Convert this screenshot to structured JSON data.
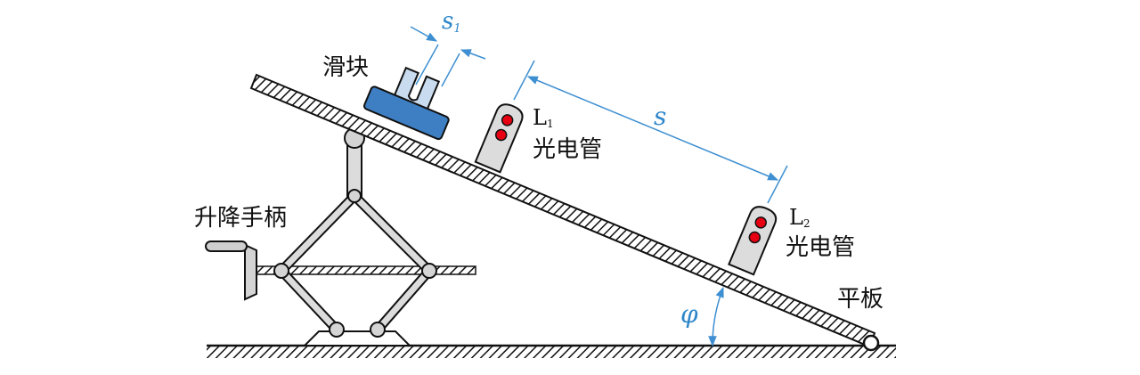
{
  "labels": {
    "slider": "滑块",
    "handle": "升降手柄",
    "board": "平板",
    "gate1_L": "L",
    "gate1_sub": "1",
    "gate1_name": "光电管",
    "gate2_L": "L",
    "gate2_sub": "2",
    "gate2_name": "光电管",
    "s1_main": "s",
    "s1_sub": "1",
    "s": "s",
    "phi": "φ"
  },
  "colors": {
    "line": "#111111",
    "dimension": "#3d8fd1",
    "slider_body": "#3d7fc2",
    "slider_flag": "#c9dcef",
    "gate_body": "#dcdcdc",
    "gate_led": "#e60012",
    "joint": "#d4d4d4"
  }
}
